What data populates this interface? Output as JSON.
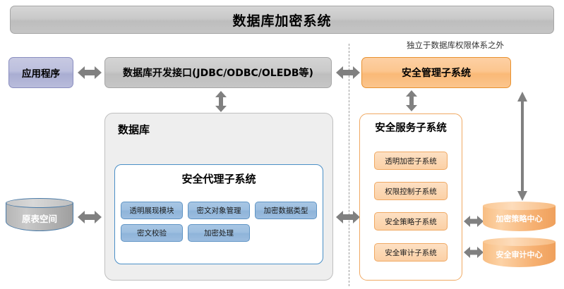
{
  "diagram": {
    "title": "数据库加密系统",
    "note_independent": "独立于数据库权限体系之外",
    "colors": {
      "title_bar": "#c9c9c9",
      "application": "#b9bcdb",
      "interface": "#c6c6c6",
      "orange": "#fbc58d",
      "blue_module": "#9cbde0",
      "arrow": "#808080",
      "divider": "#9a9a9a"
    },
    "left_column": {
      "application": "应用程序",
      "interface": "数据库开发接口(JDBC/ODBC/OLEDB等)",
      "tablespace": "原表空间",
      "database": {
        "label": "数据库",
        "agent": {
          "title": "安全代理子系统",
          "modules_row1": [
            "透明展现模块",
            "密文对象管理",
            "加密数据类型"
          ],
          "modules_row2": [
            "密文校验",
            "加密处理"
          ]
        }
      }
    },
    "right_column": {
      "management": "安全管理子系统",
      "service": {
        "title": "安全服务子系统",
        "items": [
          "透明加密子系统",
          "权限控制子系统",
          "安全策略子系统",
          "安全审计子系统"
        ]
      },
      "centers": [
        "加密策略中心",
        "安全审计中心"
      ]
    },
    "arrows": {
      "app_to_interface": "double-arrow-horizontal-icon",
      "interface_to_database": "double-arrow-vertical-icon",
      "interface_to_management": "double-arrow-horizontal-icon",
      "management_to_service": "double-arrow-vertical-icon",
      "management_to_policy_center": "double-arrow-vertical-long-icon",
      "tablespace_to_database": "double-arrow-horizontal-icon",
      "database_to_service": "double-arrow-horizontal-icon",
      "policy_subsystem_to_policy_center": "double-arrow-horizontal-icon",
      "audit_subsystem_to_audit_center": "double-arrow-horizontal-icon"
    }
  }
}
